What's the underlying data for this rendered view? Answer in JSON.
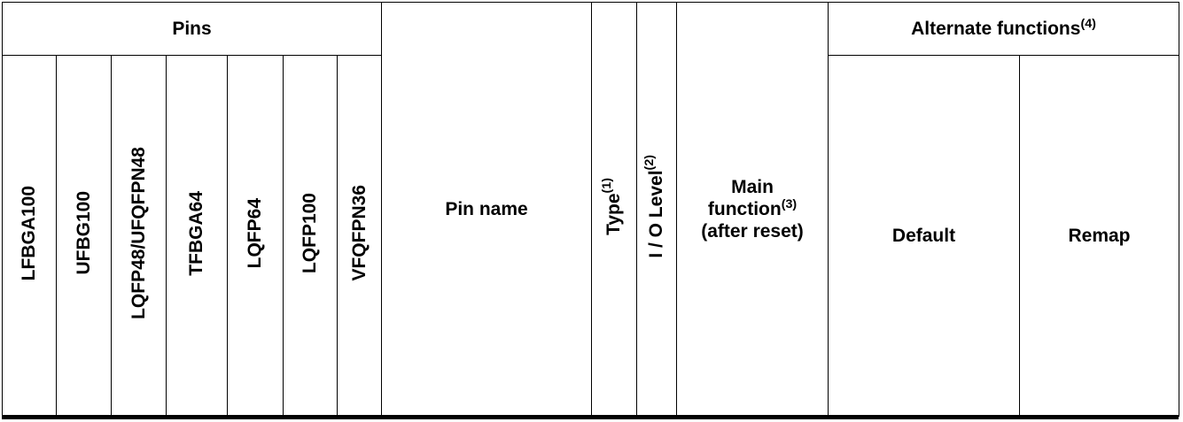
{
  "table": {
    "pins_header": "Pins",
    "packages": [
      "LFBGA100",
      "UFBG100",
      "LQFP48/UFQFPN48",
      "TFBGA64",
      "LQFP64",
      "LQFP100",
      "VFQFPN36"
    ],
    "pin_name": "Pin name",
    "type_label": "Type",
    "type_note": "(1)",
    "io_level_label": "I / O Level",
    "io_level_note": "(2)",
    "main_function_line1": "Main",
    "main_function_line2": "function",
    "main_function_note": "(3)",
    "main_function_line3": "(after reset)",
    "alt_functions_label": "Alternate functions",
    "alt_functions_note": "(4)",
    "default_label": "Default",
    "remap_label": "Remap"
  }
}
